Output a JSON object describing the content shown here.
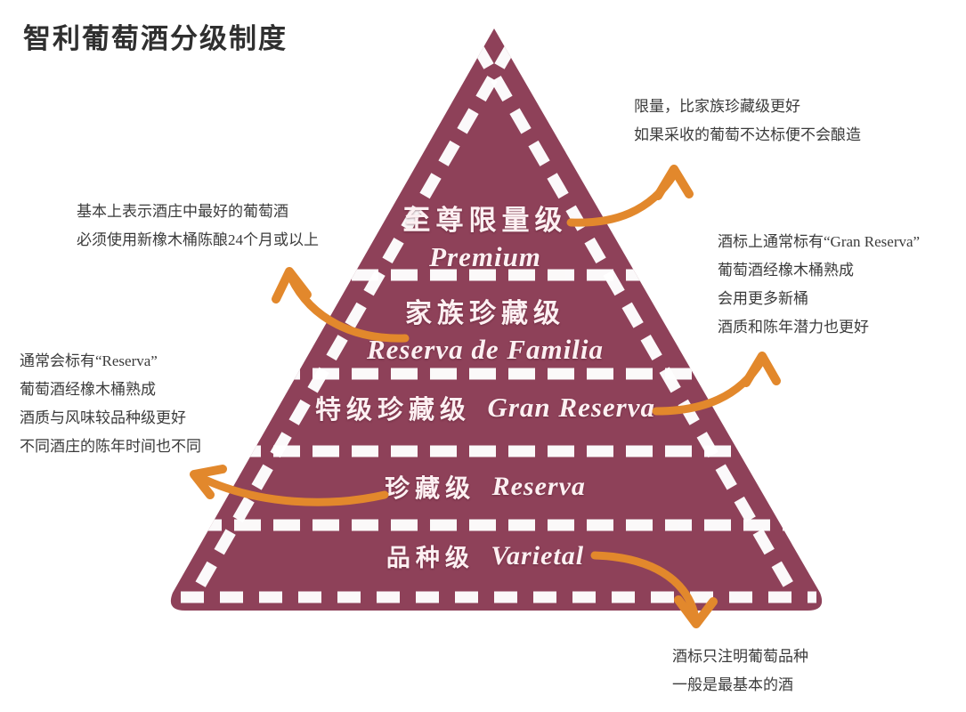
{
  "page": {
    "title": "智利葡萄酒分级制度",
    "background_color": "#ffffff"
  },
  "colors": {
    "pyramid": "#8e4159",
    "pyramid_shade": "#7d3a50",
    "dash": "#ffffff",
    "tier_text": "#fdf0f2",
    "arrow": "#e2882c",
    "note_text": "#3b3b3b",
    "title_text": "#2f2f2f"
  },
  "pyramid": {
    "name": "chilean-wine-classification-pyramid",
    "tiers": [
      {
        "id": "premium",
        "rank": 1,
        "cn": "至尊限量级",
        "es": "Premium",
        "layout": "stacked"
      },
      {
        "id": "reserva-de-familia",
        "rank": 2,
        "cn": "家族珍藏级",
        "es": "Reserva de Familia",
        "layout": "stacked"
      },
      {
        "id": "gran-reserva",
        "rank": 3,
        "cn": "特级珍藏级",
        "es": "Gran Reserva",
        "layout": "inline"
      },
      {
        "id": "reserva",
        "rank": 4,
        "cn": "珍藏级",
        "es": "Reserva",
        "layout": "inline"
      },
      {
        "id": "varietal",
        "rank": 5,
        "cn": "品种级",
        "es": "Varietal",
        "layout": "inline"
      }
    ]
  },
  "notes": {
    "top_right": {
      "target_tier": "premium",
      "lines": [
        "限量，比家族珍藏级更好",
        "如果采收的葡萄不达标便不会酿造"
      ]
    },
    "right": {
      "target_tier": "gran-reserva",
      "lines": [
        "酒标上通常标有“Gran Reserva”",
        "葡萄酒经橡木桶熟成",
        "会用更多新桶",
        "酒质和陈年潜力也更好"
      ]
    },
    "left_top": {
      "target_tier": "reserva-de-familia",
      "lines": [
        "基本上表示酒庄中最好的葡萄酒",
        "必须使用新橡木桶陈酿24个月或以上"
      ]
    },
    "left_bottom": {
      "target_tier": "reserva",
      "lines": [
        "通常会标有“Reserva”",
        "葡萄酒经橡木桶熟成",
        "酒质与风味较品种级更好",
        "不同酒庄的陈年时间也不同"
      ]
    },
    "bottom": {
      "target_tier": "varietal",
      "lines": [
        "酒标只注明葡萄品种",
        "一般是最基本的酒"
      ]
    }
  },
  "arrows": [
    {
      "id": "arrow-premium-to-top-right",
      "from": "premium",
      "to": "top_right",
      "direction": "up-right"
    },
    {
      "id": "arrow-familia-to-left-top",
      "from": "reserva-de-familia",
      "to": "left_top",
      "direction": "up-left"
    },
    {
      "id": "arrow-granreserva-to-right",
      "from": "gran-reserva",
      "to": "right",
      "direction": "up-right"
    },
    {
      "id": "arrow-reserva-to-left-bottom",
      "from": "reserva",
      "to": "left_bottom",
      "direction": "left"
    },
    {
      "id": "arrow-varietal-to-bottom",
      "from": "varietal",
      "to": "bottom",
      "direction": "down-right"
    }
  ]
}
